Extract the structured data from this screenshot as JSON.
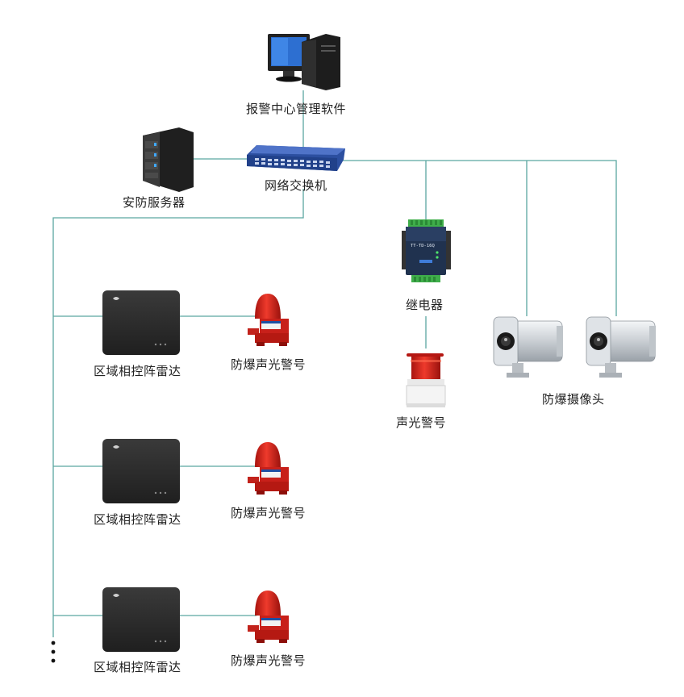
{
  "labels": {
    "pc": "报警中心管理软件",
    "server": "安防服务器",
    "switch": "网络交换机",
    "relay": "继电器",
    "relay_model": "TT-TD-16Q",
    "alarm": "声光警号",
    "cameras": "防爆摄像头",
    "radar": "区域相控阵雷达",
    "ex_alarm": "防爆声光警号"
  },
  "radar_groups": [
    {
      "radar_label": "区域相控阵雷达",
      "alarm_label": "防爆声光警号"
    },
    {
      "radar_label": "区域相控阵雷达",
      "alarm_label": "防爆声光警号"
    },
    {
      "radar_label": "区域相控阵雷达",
      "alarm_label": "防爆声光警号"
    }
  ],
  "colors": {
    "line": "#5aa6a0",
    "radar_body": "#2b2b2b",
    "alarm_red": "#d8261e",
    "switch_blue": "#2c4fa0",
    "camera_steel": "#d2d6da"
  },
  "icons": {
    "pc": "desktop-computer-icon",
    "server": "server-rack-icon",
    "switch": "network-switch-icon",
    "relay": "relay-module-icon",
    "alarm": "strobe-siren-icon",
    "camera": "explosion-proof-camera-icon",
    "radar": "phased-array-radar-icon",
    "ex_alarm": "explosion-proof-siren-icon"
  }
}
